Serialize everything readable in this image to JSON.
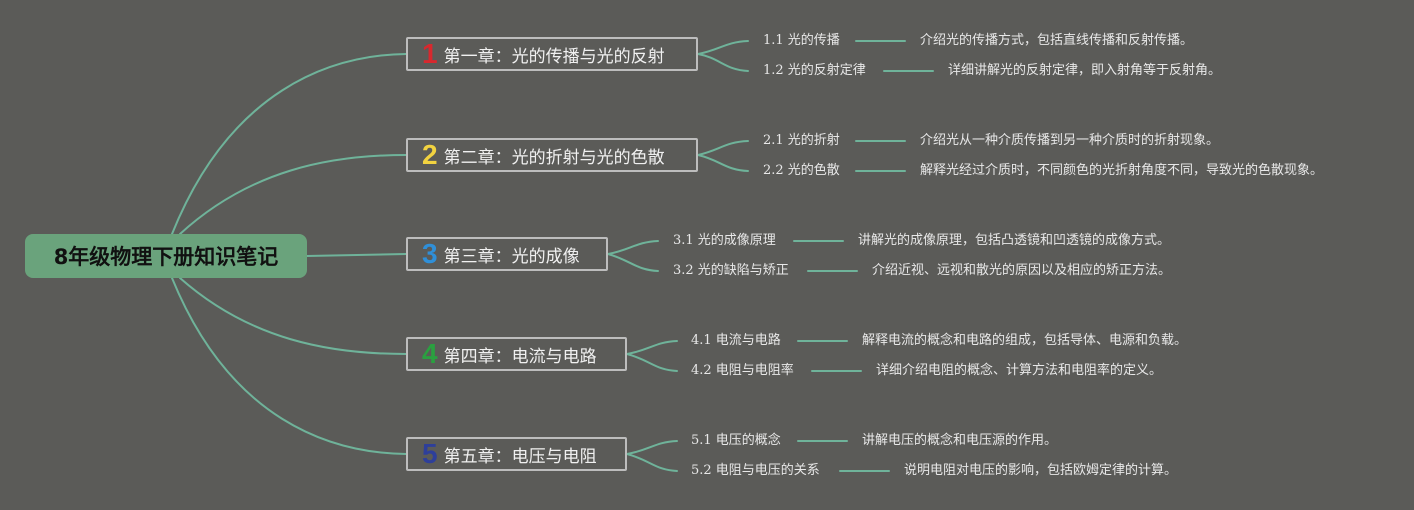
{
  "root": {
    "label": "8年级物理下册知识笔记"
  },
  "colors": {
    "background": "#5b5b58",
    "root_fill": "#6aa37c",
    "connector": "#6fb39a",
    "num1": "#d8282e",
    "num2": "#f2d340",
    "num3": "#2f8fd8",
    "num4": "#2aa040",
    "num5": "#2e3f9a"
  },
  "chapters": [
    {
      "num": "1",
      "title": "第一章：光的传播与光的反射",
      "sections": [
        {
          "label": "1.1 光的传播",
          "desc": "介绍光的传播方式，包括直线传播和反射传播。"
        },
        {
          "label": "1.2 光的反射定律",
          "desc": "详细讲解光的反射定律，即入射角等于反射角。"
        }
      ]
    },
    {
      "num": "2",
      "title": "第二章：光的折射与光的色散",
      "sections": [
        {
          "label": "2.1 光的折射",
          "desc": "介绍光从一种介质传播到另一种介质时的折射现象。"
        },
        {
          "label": "2.2 光的色散",
          "desc": "解释光经过介质时，不同颜色的光折射角度不同，导致光的色散现象。"
        }
      ]
    },
    {
      "num": "3",
      "title": "第三章：光的成像",
      "sections": [
        {
          "label": "3.1 光的成像原理",
          "desc": "讲解光的成像原理，包括凸透镜和凹透镜的成像方式。"
        },
        {
          "label": "3.2 光的缺陷与矫正",
          "desc": "介绍近视、远视和散光的原因以及相应的矫正方法。"
        }
      ]
    },
    {
      "num": "4",
      "title": "第四章：电流与电路",
      "sections": [
        {
          "label": "4.1 电流与电路",
          "desc": "解释电流的概念和电路的组成，包括导体、电源和负载。"
        },
        {
          "label": "4.2 电阻与电阻率",
          "desc": "详细介绍电阻的概念、计算方法和电阻率的定义。"
        }
      ]
    },
    {
      "num": "5",
      "title": "第五章：电压与电阻",
      "sections": [
        {
          "label": "5.1 电压的概念",
          "desc": "讲解电压的概念和电压源的作用。"
        },
        {
          "label": "5.2 电阻与电压的关系",
          "desc": "说明电阻对电压的影响，包括欧姆定律的计算。"
        }
      ]
    }
  ]
}
